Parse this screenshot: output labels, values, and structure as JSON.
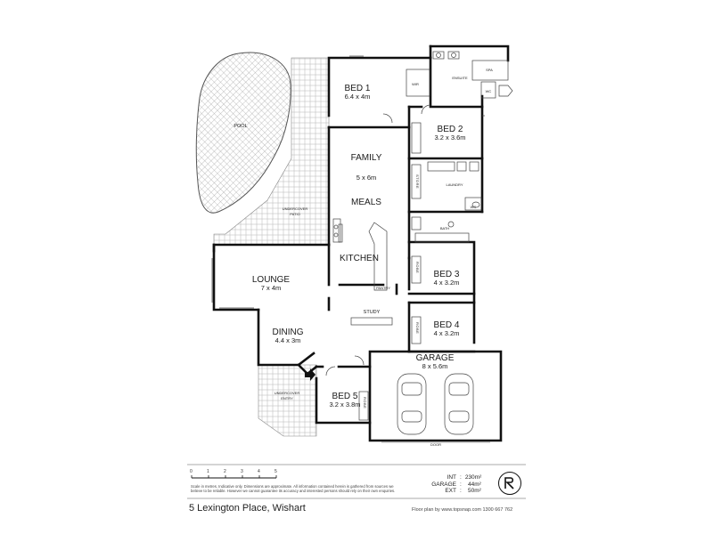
{
  "rooms": {
    "pool": "POOL",
    "bed1": {
      "name": "BED 1",
      "dims": "6.4 x 4m"
    },
    "wir": "WIR",
    "ensuite": "ENSUITE",
    "spa": "SPA",
    "wc_ensuite": "WC",
    "bed2": {
      "name": "BED 2",
      "dims": "3.2 x 3.6m"
    },
    "family": "FAMILY",
    "family_dims": "5 x 6m",
    "meals": "MEALS",
    "laundry": "LAUNDRY",
    "store": "STORE",
    "wc": "WC",
    "bath": "BATH",
    "undercover_patio": [
      "UNDERCOVER",
      "PATIO"
    ],
    "kitchen": "KITCHEN",
    "pantry": "PANTRY",
    "lounge": {
      "name": "LOUNGE",
      "dims": "7 x 4m"
    },
    "bed3": {
      "name": "BED 3",
      "dims": "4 x 3.2m"
    },
    "study": "STUDY",
    "bed4": {
      "name": "BED 4",
      "dims": "4 x 3.2m"
    },
    "dining": {
      "name": "DINING",
      "dims": "4.4 x 3m"
    },
    "garage": {
      "name": "GARAGE",
      "dims": "8 x 5.6m"
    },
    "undercover_entry": [
      "UNDERCOVER",
      "ENTRY"
    ],
    "bed5": {
      "name": "BED 5",
      "dims": "3.2 x 3.8m"
    },
    "robe": "ROBE",
    "door": "DOOR"
  },
  "scale": {
    "ticks": [
      "0",
      "1",
      "2",
      "3",
      "4",
      "5"
    ]
  },
  "areas": [
    {
      "label": "INT",
      "value": "230m²"
    },
    {
      "label": "GARAGE",
      "value": "44m²"
    },
    {
      "label": "EXT",
      "value": "50m²"
    }
  ],
  "disclaimer": "Scale in metres. Indicative only. Dimensions are approximate. All information contained herein is gathered from sources we believe to be reliable. However we cannot guarantee its accuracy and interested persons should rely on their own enquiries.",
  "address": "5 Lexington Place,  Wishart",
  "credit": "Floor plan by www.topsnap.com  1300 667 762",
  "colors": {
    "wall": "#111111",
    "hatch": "#9a9a9a",
    "background": "#ffffff"
  }
}
